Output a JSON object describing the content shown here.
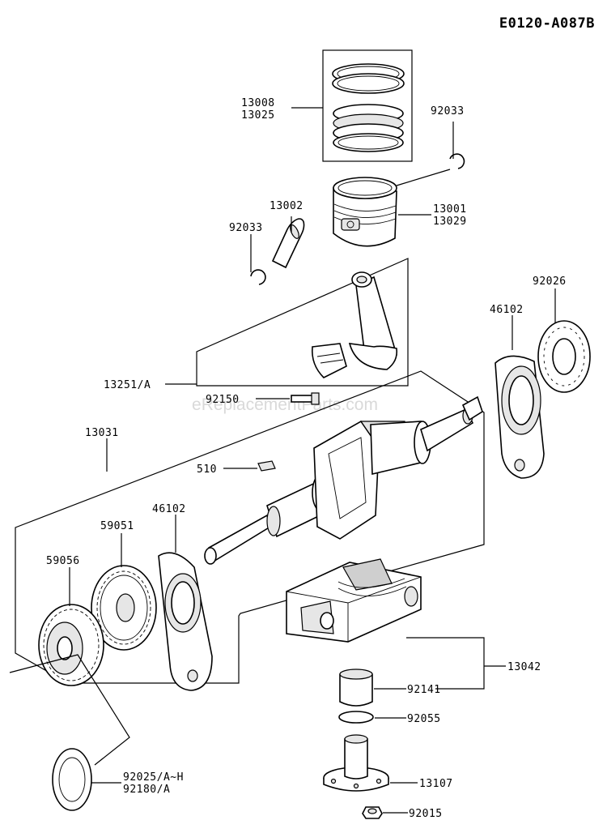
{
  "diagram_code": "E0120-A087B",
  "watermark": "eReplacementParts.com",
  "labels": {
    "piston_rings_a": "13008",
    "piston_rings_b": "13025",
    "circlip_right": "92033",
    "piston_a": "13001",
    "piston_b": "13029",
    "piston_pin": "13002",
    "circlip_left": "92033",
    "connecting_rod": "13251/A",
    "rod_bolt": "92150",
    "crankshaft_assy": "13031",
    "key": "510",
    "gear_a": "59051",
    "gear_b": "59056",
    "thrust_plate_left": "46102",
    "thrust_plate_right": "46102",
    "washer_right": "92026",
    "balancer": "13042",
    "collar": "92141",
    "o_ring": "92055",
    "shaft_holder": "13107",
    "nut": "92015",
    "washer_bottom_a": "92025/A~H",
    "washer_bottom_b": "92180/A"
  }
}
